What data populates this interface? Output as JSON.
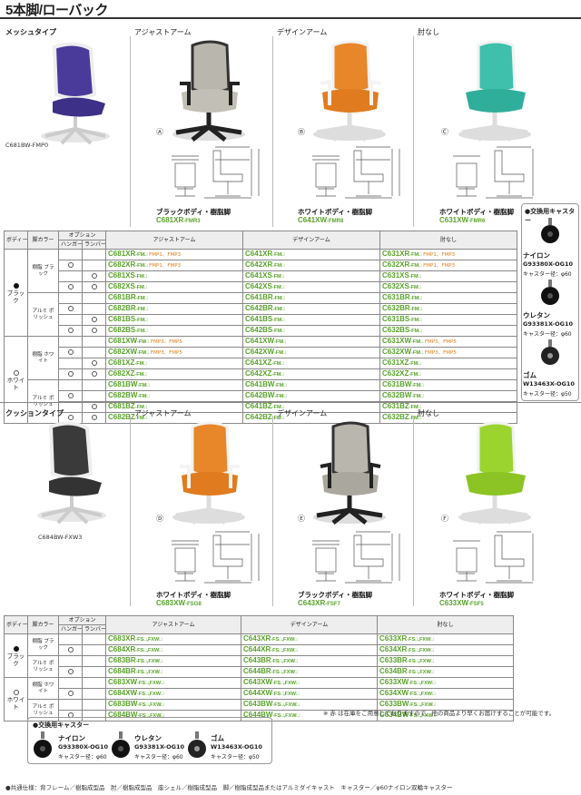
{
  "title": "5本脚/ローバック",
  "sections": {
    "mesh": {
      "label": "メッシュタイプ",
      "feature_code": "C681BW-FMP0",
      "cols": [
        "アジャストアーム",
        "デザインアーム",
        "肘なし"
      ],
      "chairs": [
        {
          "body": "ブラックボディ・樹脂脚",
          "code": "C681XR",
          "suffix": "-FMR3",
          "mark": "Ⓐ"
        },
        {
          "body": "ホワイトボディ・樹脂脚",
          "code": "C641XW",
          "suffix": "-FMR8",
          "mark": "Ⓑ"
        },
        {
          "body": "ホワイトボディ・樹脂脚",
          "code": "C631XW",
          "suffix": "-FMR6",
          "mark": "Ⓒ"
        }
      ]
    },
    "cushion": {
      "label": "クッションタイプ",
      "feature_code": "C684BW-FXW3",
      "cols": [
        "アジャストアーム",
        "デザインアーム",
        "肘なし"
      ],
      "chairs": [
        {
          "body": "ホワイトボディ・樹脂脚",
          "code": "C683XW",
          "suffix": "-FSG8",
          "mark": "Ⓓ"
        },
        {
          "body": "ブラックボディ・樹脂脚",
          "code": "C643XR",
          "suffix": "-FSF7",
          "mark": "Ⓔ"
        },
        {
          "body": "ホワイトボディ・樹脂脚",
          "code": "C633XW",
          "suffix": "-FSF5",
          "mark": "Ⓕ"
        }
      ]
    }
  },
  "table_headers": {
    "body_color": "ボディー カラー",
    "leg_color": "脚カラー",
    "option": "オプション",
    "hanger": "ハンガー",
    "lumbar": "ランバー",
    "adjust": "アジャストアーム",
    "design": "デザインアーム",
    "noarm": "肘なし"
  },
  "mesh_table": {
    "body_black": "ブラック",
    "body_white": "ホワイト",
    "leg_resin_black": "樹脂 ブラック",
    "leg_alumi": "アルミ ポリッシュ",
    "leg_resin_white": "樹脂 ホワイト",
    "rows": [
      [
        "C681XR-FM□",
        "C641XR-FM□",
        "C631XR-FM□"
      ],
      [
        "C682XR-FM□",
        "C642XR-FM□",
        "C632XR-FM□"
      ],
      [
        "C681XS-FM□",
        "C641XS-FM□",
        "C631XS-FM□"
      ],
      [
        "C682XS-FM□",
        "C642XS-FM□",
        "C632XS-FM□"
      ],
      [
        "C681BR-FM□",
        "C641BR-FM□",
        "C631BR-FM□"
      ],
      [
        "C682BR-FM□",
        "C642BR-FM□",
        "C632BR-FM□"
      ],
      [
        "C681BS-FM□",
        "C641BS-FM□",
        "C631BS-FM□"
      ],
      [
        "C682BS-FM□",
        "C642BS-FM□",
        "C632BS-FM□"
      ],
      [
        "C681XW-FM□",
        "C641XW-FM□",
        "C631XW-FM□"
      ],
      [
        "C682XW-FM□",
        "C642XW-FM□",
        "C632XW-FM□"
      ],
      [
        "C681XZ-FM□",
        "C641XZ-FM□",
        "C631XZ-FM□"
      ],
      [
        "C682XZ-FM□",
        "C642XZ-FM□",
        "C632XZ-FM□"
      ],
      [
        "C681BW-FM□",
        "C641BW-FM□",
        "C631BW-FM□"
      ],
      [
        "C682BW-FM□",
        "C642BW-FM□",
        "C632BW-FM□"
      ],
      [
        "C681BZ-FM□",
        "C641BZ-FM□",
        "C631BZ-FM□"
      ],
      [
        "C682BZ-FM□",
        "C642BZ-FM□",
        "C632BZ-FM□"
      ]
    ],
    "fmp_black": "FMP1、FMP3",
    "fmp_white": "FMP3、FMP5"
  },
  "cushion_table": {
    "leg_resin_black": "樹脂 ブラック",
    "leg_alumi": "アルミ ポリッシュ",
    "leg_resin_white": "樹脂 ホワイト",
    "rows": [
      [
        "C683XR-FS□,FXW□",
        "C643XR-FS□,FXW□",
        "C633XR-FS□,FXW□"
      ],
      [
        "C684XR-FS□,FXW□",
        "C644XR-FS□,FXW□",
        "C634XR-FS□,FXW□"
      ],
      [
        "C683BR-FS□,FXW□",
        "C643BR-FS□,FXW□",
        "C633BR-FS□,FXW□"
      ],
      [
        "C684BR-FS□,FXW□",
        "C644BR-FS□,FXW□",
        "C634BR-FS□,FXW□"
      ],
      [
        "C683XW-FS□,FXW□",
        "C643XW-FS□,FXW□",
        "C633XW-FS□,FXW□"
      ],
      [
        "C684XW-FS□,FXW□",
        "C644XW-FS□,FXW□",
        "C634XW-FS□,FXW□"
      ],
      [
        "C683BW-FS□,FXW□",
        "C643BW-FS□,FXW□",
        "C633BW-FS□,FXW□"
      ],
      [
        "C684BW-FS□,FXW□",
        "C644BW-FS□,FXW□",
        "C634BW-FS□,FXW□"
      ]
    ]
  },
  "note": "※ 赤 は在庫をご用意しておりますので、他の商品より早くお届けすることが可能です。",
  "casters": {
    "title": "●交換用キャスター",
    "items": [
      {
        "name": "ナイロン",
        "code": "G93380X-OG10",
        "sub": "キャスター径：φ60"
      },
      {
        "name": "ウレタン",
        "code": "G93381X-OG10",
        "sub": "キャスター径：φ60"
      },
      {
        "name": "ゴム",
        "code": "W13463X-OG10",
        "sub": "キャスター径：φ50"
      }
    ]
  },
  "footer": "●共通仕様：背フレーム／樹脂成型品　肘／樹脂成型品　座シェル／樹脂成型品　脚／樹脂成型品またはアルミダイキャスト　キャスター／φ60ナイロン双輪キャスター",
  "colors": {
    "green": "#5aa32b",
    "orange": "#e8862a",
    "gray_chair": "#b9b6ad",
    "teal": "#3fc0ad",
    "lime": "#9bd42f",
    "purple": "#4a3a9a"
  }
}
